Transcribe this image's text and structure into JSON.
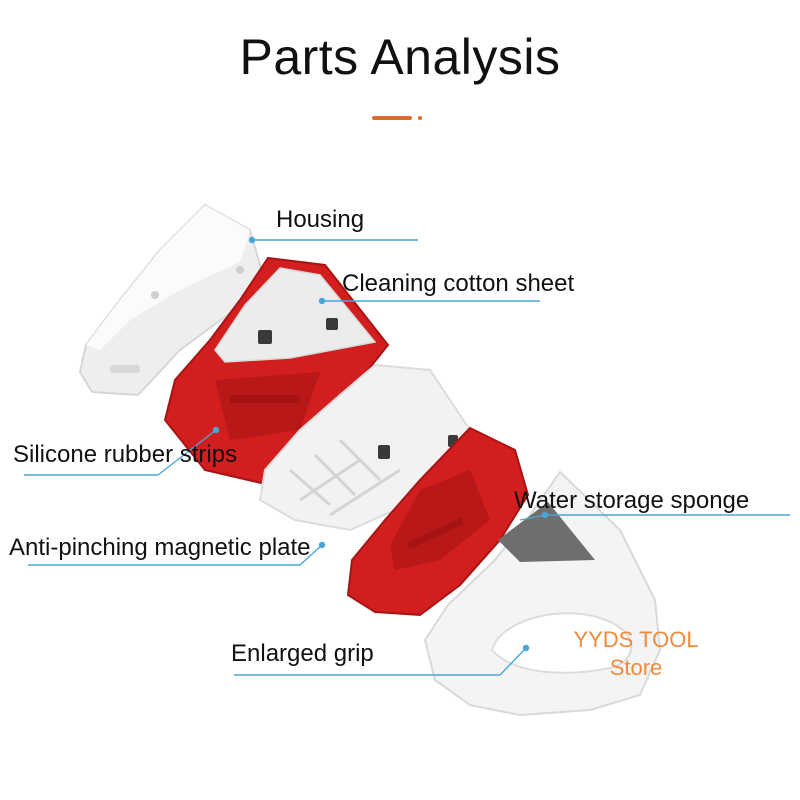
{
  "title": "Parts Analysis",
  "colors": {
    "accent": "#e06a2c",
    "line": "#4aa6d8",
    "red": "#d21e1e",
    "red_dark": "#a81414",
    "white_part": "#f1f1f1",
    "sponge": "#6e6e6e",
    "store_text": "#f08a3c"
  },
  "labels": {
    "housing": "Housing",
    "cotton": "Cleaning cotton sheet",
    "silicone": "Silicone rubber strips",
    "plate": "Anti-pinching magnetic plate",
    "sponge": "Water storage sponge",
    "grip": "Enlarged grip"
  },
  "store": {
    "line1": "YYDS TOOL",
    "line2": "Store"
  }
}
